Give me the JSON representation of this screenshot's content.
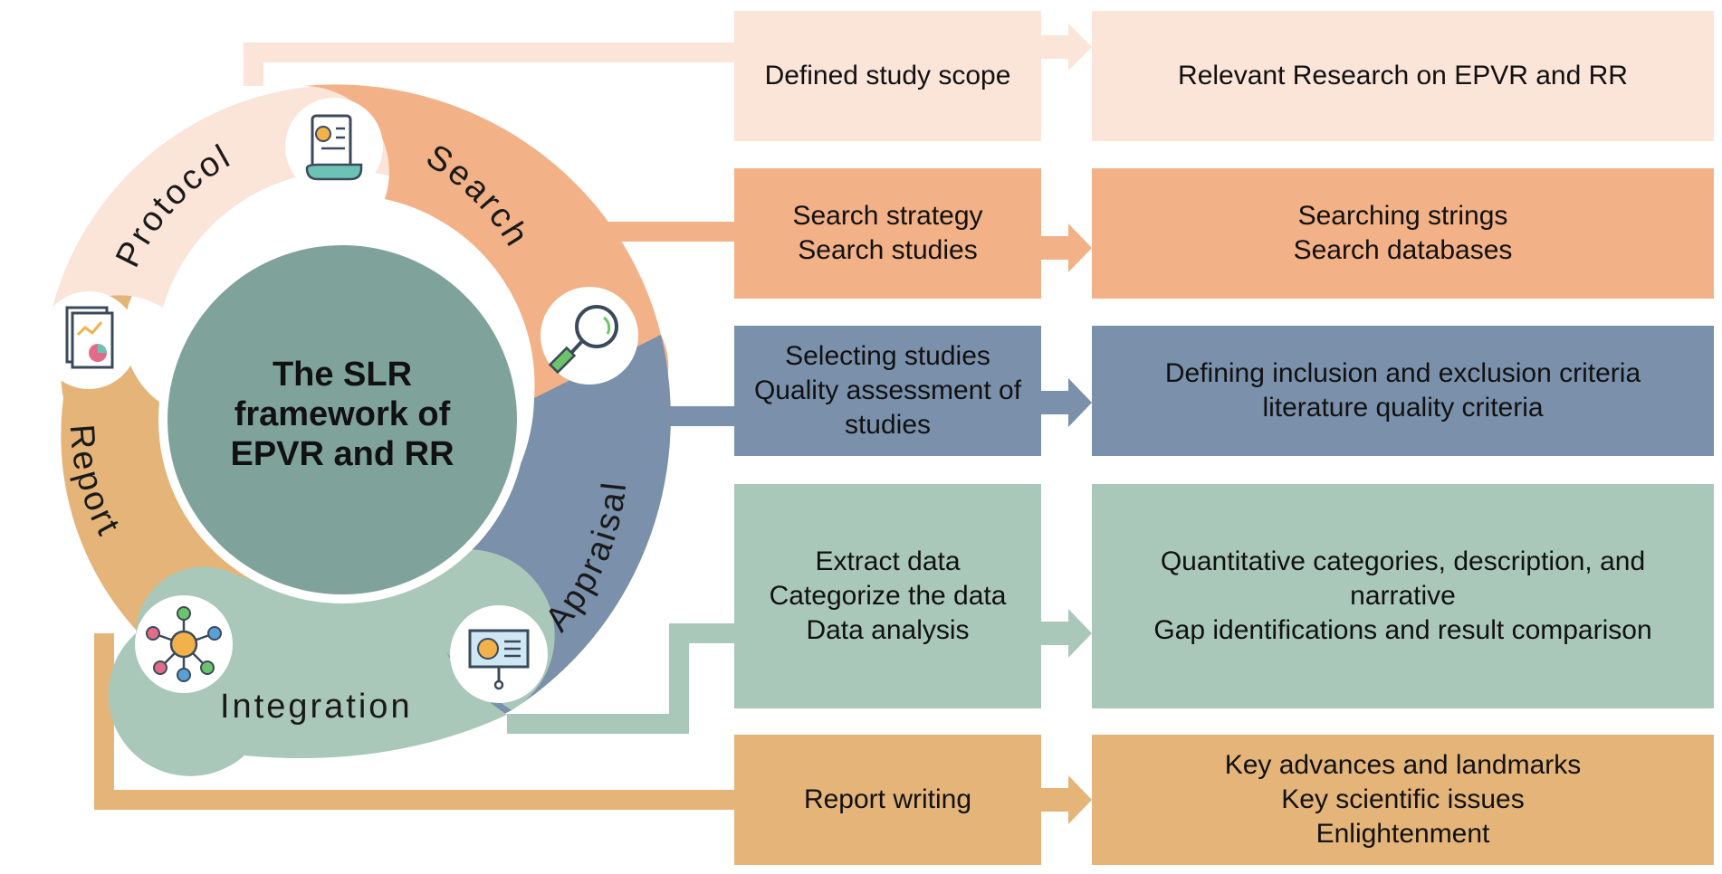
{
  "center": {
    "title_lines": [
      "The SLR",
      "framework of",
      "EPVR and RR"
    ]
  },
  "stages": [
    {
      "label": "Protocol",
      "icon": "certificate-scroll-icon",
      "color": "#fbe4d8",
      "step_lines": [
        "Defined study scope"
      ],
      "outcome_lines": [
        "Relevant Research on EPVR and RR"
      ]
    },
    {
      "label": "Search",
      "icon": "magnifier-icon",
      "color": "#f2b186",
      "step_lines": [
        "Search strategy",
        "Search studies"
      ],
      "outcome_lines": [
        "Searching strings",
        "Search databases"
      ]
    },
    {
      "label": "Appraisal",
      "icon": "presentation-board-icon",
      "color": "#7a90ab",
      "step_lines": [
        "Selecting studies",
        "Quality assessment of",
        "studies"
      ],
      "outcome_lines": [
        "Defining inclusion and exclusion criteria",
        "literature quality criteria"
      ]
    },
    {
      "label": "Integration",
      "icon": "network-person-icon",
      "color": "#a9c8b9",
      "step_lines": [
        "Extract data",
        "Categorize the data",
        "Data analysis"
      ],
      "outcome_lines": [
        "Quantitative categories, description, and",
        "narrative",
        "Gap identifications and result comparison"
      ]
    },
    {
      "label": "Report",
      "icon": "report-document-icon",
      "color": "#e4b479",
      "step_lines": [
        "Report writing"
      ],
      "outcome_lines": [
        "Key advances and landmarks",
        "Key scientific issues",
        "Enlightenment"
      ]
    }
  ],
  "colors": {
    "center_circle": "#7fa39a",
    "center_border": "#ffffff"
  }
}
